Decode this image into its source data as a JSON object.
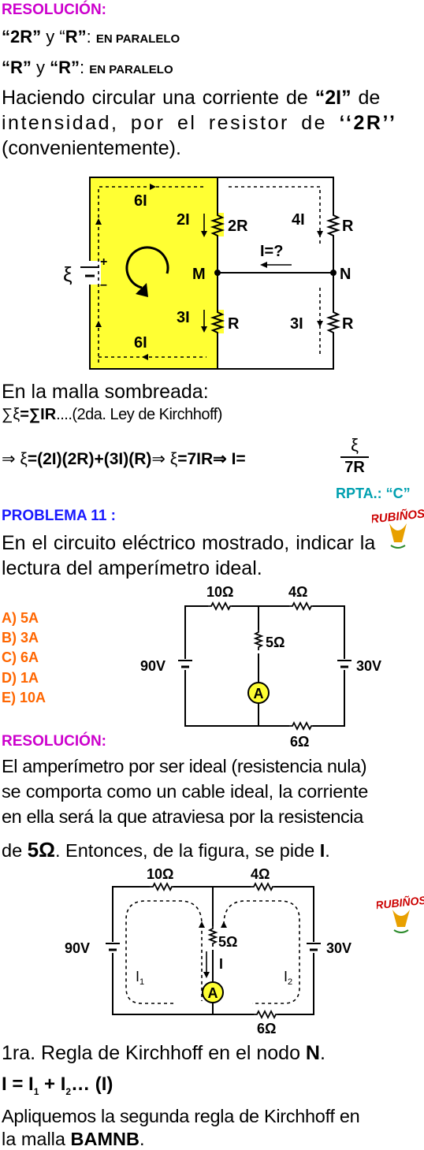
{
  "res1": {
    "heading": "RESOLUCIÓN:",
    "line1_a": "“2R”",
    "line1_b": " y “",
    "line1_c": "R”",
    "line1_d": ": ",
    "line1_e": "EN PARALELO",
    "line2_a": "“R”",
    "line2_b": " y ",
    "line2_c": "“R”",
    "line2_d": ": ",
    "line2_e": "EN PARALELO",
    "para_l1_a": "Haciendo circular una corriente de ",
    "para_l1_b": "“2I”",
    "para_l1_c": " de",
    "para_l2_a": "intensidad, por el resistor de ",
    "para_l2_b": "‘‘2R’’",
    "para_l3": "(convenientemente)."
  },
  "circuit1": {
    "current_top": "6I",
    "current_bottom": "6I",
    "current_2i": "2I",
    "res_2r": "2R",
    "current_4i": "4I",
    "res_r_top": "R",
    "question": "I=?",
    "node_m": "M",
    "node_n": "N",
    "current_3i_left": "3I",
    "res_r_bl": "R",
    "current_3i_right": "3I",
    "res_r_br": "R",
    "emf": "ξ",
    "plus": "+",
    "minus": "–",
    "fill_color": "#ffff33"
  },
  "eq": {
    "intro": "En la malla sombreada:",
    "kirch_a": "∑ξ",
    "kirch_b": "=",
    "kirch_c": "∑IR",
    "kirch_d": "....(2da. Ley de Kirchhoff)",
    "line_a": "⇒ ξ",
    "line_b": "=(2I)(2R)+(3I)(R)",
    "line_c": "⇒ ξ",
    "line_d": "=7IR",
    "line_e": "⇒ I=",
    "frac_num": "ξ",
    "frac_den": "7R"
  },
  "rpta": "RPTA.: “C”",
  "problem": {
    "title": "PROBLEMA 11 :",
    "stmt_l1": "En el circuito eléctrico mostrado, indicar la",
    "stmt_l2": "lectura del amperímetro ideal.",
    "options": [
      "A) 5A",
      "B) 3A",
      "C) 6A",
      "D) 1A",
      "E) 10A"
    ]
  },
  "circuit2": {
    "r_top_left": "10Ω",
    "r_top_right": "4Ω",
    "r_mid": "5Ω",
    "v_left": "90V",
    "v_right": "30V",
    "ammeter": "A",
    "r_bottom": "6Ω"
  },
  "res2": {
    "heading": "RESOLUCIÓN:",
    "l1": "El amperímetro por ser ideal (resistencia nula)",
    "l2": "se comporta como un cable ideal, la corriente",
    "l3": "en ella será la que atraviesa por la resistencia",
    "l4_a": "de ",
    "l4_b": "5Ω",
    "l4_c": ". Entonces, de la figura, se pide ",
    "l4_d": "I",
    "l4_e": "."
  },
  "circuit3": {
    "r_top_left": "10Ω",
    "r_top_right": "4Ω",
    "r_mid": "5Ω",
    "v_left": "90V",
    "v_right": "30V",
    "ammeter": "A",
    "r_bottom": "6Ω",
    "current_i": "I",
    "i1": "I",
    "i1_sub": "1",
    "i2": "I",
    "i2_sub": "2"
  },
  "tail": {
    "rule1_a": "1ra. Regla de Kirchhoff en el nodo ",
    "rule1_b": "N",
    "rule1_c": ".",
    "eq_a": "I = I",
    "eq_sub1": "1",
    "eq_b": " + I",
    "eq_sub2": "2",
    "eq_c": "… (I)",
    "l1": "Apliquemos la segunda regla de Kirchhoff en",
    "l2_a": "la malla ",
    "l2_b": "BAMNB",
    "l2_c": "."
  },
  "logo": {
    "text": "RUBIÑOS",
    "color": "#cc0000"
  }
}
